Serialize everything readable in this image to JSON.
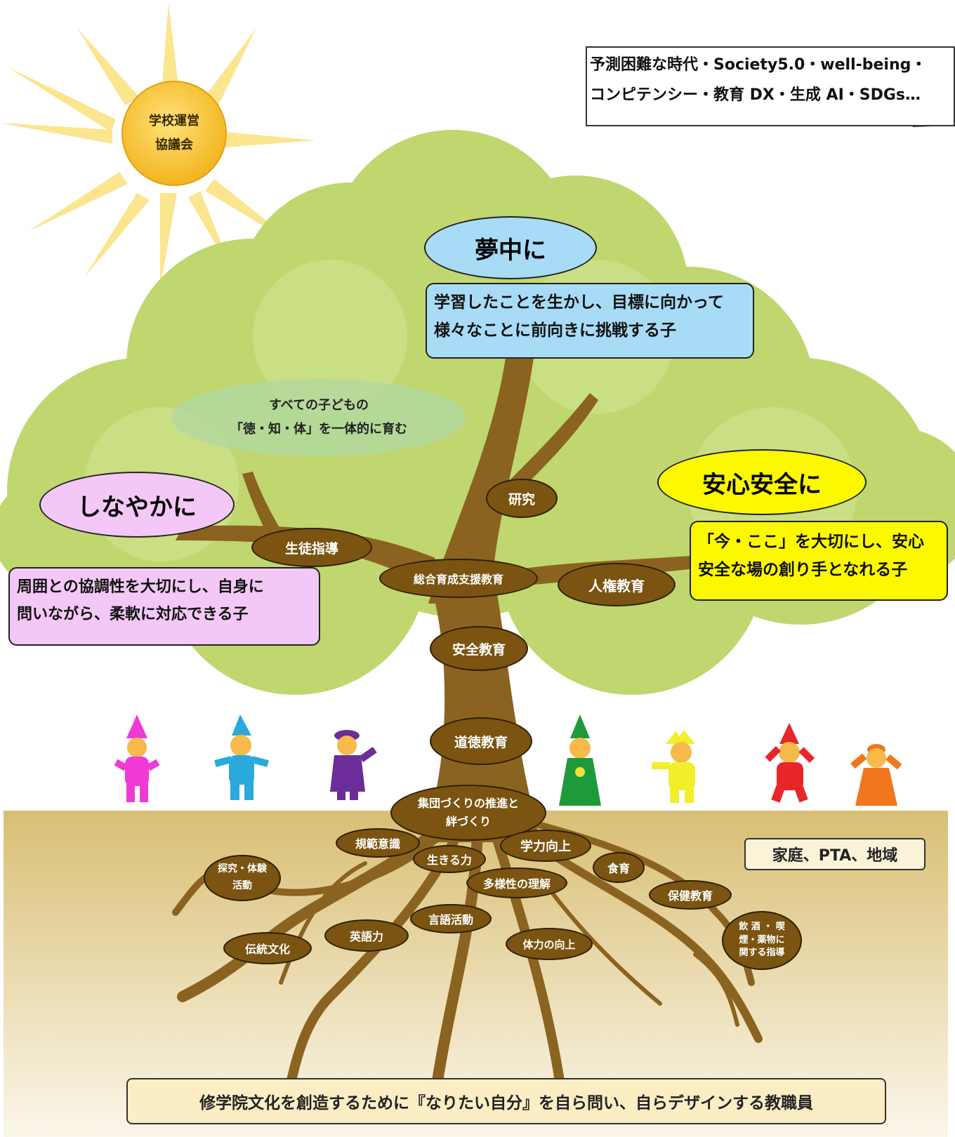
{
  "colors": {
    "foliage": "#bfd76e",
    "foliage_dark": "#a9c85a",
    "trunk": "#8b6320",
    "soil": "#dcc582",
    "pill_bg": "#7a5410",
    "sun": "#f5c52a",
    "muchu_bg": "#a8dcf6",
    "shinayaka_bg": "#f4c8f6",
    "anshin_bg": "#fbf800"
  },
  "sun_label": [
    "学校運営",
    "協議会"
  ],
  "callout": {
    "line1": "予測困難な時代・Society5.0・well-being・",
    "line2": "コンピテンシー・教育 DX・生成 AI・SDGs…"
  },
  "goals": {
    "muchu": {
      "title": "夢中に",
      "desc1": "学習したことを生かし、目標に向かって",
      "desc2": "様々なことに前向きに挑戦する子"
    },
    "shinayaka": {
      "title": "しなやかに",
      "desc1": "周囲との協調性を大切にし、自身に",
      "desc2": "問いながら、柔軟に対応できる子"
    },
    "anshin": {
      "title": "安心安全に",
      "desc1": "「今・ここ」を大切にし、安心",
      "desc2": "安全な場の創り手となれる子"
    }
  },
  "center_ellipse": {
    "line1": "すべての子どもの",
    "line2": "「徳・知・体」を一体的に育む"
  },
  "branches": {
    "kenkyu": "研究",
    "seito_shido": "生徒指導",
    "sogo": "総合育成支援教育",
    "jinken": "人権教育",
    "anzen": "安全教育",
    "dotoku": "道徳教育",
    "shudan": [
      "集団づくりの推進と",
      "絆づくり"
    ]
  },
  "roots": {
    "kihan": "規範意識",
    "gakuryoku": "学力向上",
    "ikiru": "生きる力",
    "shokuiku": "食育",
    "tankyu": [
      "探究・体験",
      "活動"
    ],
    "tayosei": "多様性の理解",
    "hoken": "保健教育",
    "gengo": "言語活動",
    "eigo": "英語力",
    "dento": "伝統文化",
    "tairyoku": "体力の向上",
    "inshu": [
      "飲 酒 ・ 喫",
      "煙・薬物に",
      "関する指導"
    ]
  },
  "community_label": "家庭、PTA、地域",
  "bottom_banner": "修学院文化を創造するために『なりたい自分』を自ら問い、自らデザインする教職員",
  "children": [
    {
      "name": "child-magenta",
      "color": "#f03ad6"
    },
    {
      "name": "child-cyan",
      "color": "#2aa9dd"
    },
    {
      "name": "child-purple",
      "color": "#6a2d9a"
    },
    {
      "name": "child-green",
      "color": "#1f9a3a"
    },
    {
      "name": "child-yellow",
      "color": "#f2ee2a"
    },
    {
      "name": "child-red",
      "color": "#e8262a"
    },
    {
      "name": "child-orange",
      "color": "#f0771c"
    }
  ]
}
